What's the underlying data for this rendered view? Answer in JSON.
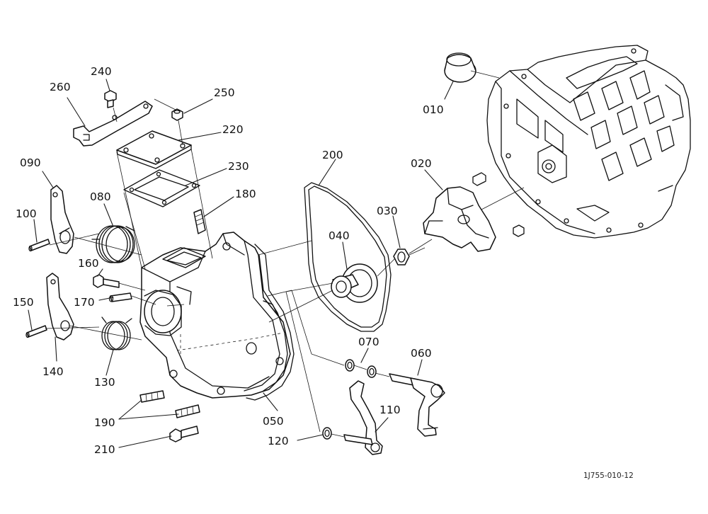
{
  "figure_code": "1J755-010-12",
  "labels": {
    "p010": "010",
    "p020": "020",
    "p030": "030",
    "p040": "040",
    "p050": "050",
    "p060": "060",
    "p070": "070",
    "p080": "080",
    "p090": "090",
    "p100": "100",
    "p110": "110",
    "p120": "120",
    "p130": "130",
    "p140": "140",
    "p150": "150",
    "p160": "160",
    "p170": "170",
    "p180": "180",
    "p190": "190",
    "p200": "200",
    "p210": "210",
    "p220": "220",
    "p230": "230",
    "p240": "240",
    "p250": "250",
    "p260": "260"
  }
}
